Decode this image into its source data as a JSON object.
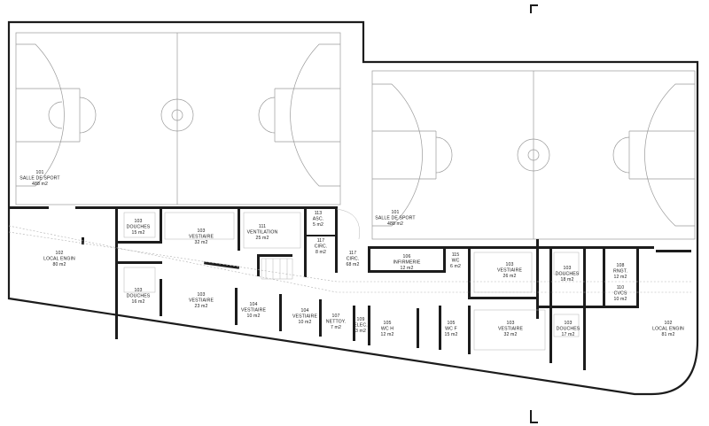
{
  "rooms": [
    {
      "id": "r101a",
      "lines": [
        "101",
        "SALLE DE SPORT",
        "488 m2"
      ]
    },
    {
      "id": "r101b",
      "lines": [
        "101",
        "SALLE DE SPORT",
        "488 m2"
      ]
    },
    {
      "id": "r102a",
      "lines": [
        "102",
        "LOCAL ENGIN",
        "80 m2"
      ]
    },
    {
      "id": "r102b",
      "lines": [
        "102",
        "LOCAL ENGIN",
        "81 m2"
      ]
    },
    {
      "id": "r103a",
      "lines": [
        "103",
        "DOUCHES",
        "15 m2"
      ]
    },
    {
      "id": "r103b",
      "lines": [
        "103",
        "VESTIAIRE",
        "32 m2"
      ]
    },
    {
      "id": "r103c",
      "lines": [
        "103",
        "DOUCHES",
        "16 m2"
      ]
    },
    {
      "id": "r103d",
      "lines": [
        "103",
        "VESTIAIRE",
        "23 m2"
      ]
    },
    {
      "id": "r111",
      "lines": [
        "111",
        "VENTILATION",
        "25 m2"
      ]
    },
    {
      "id": "r113",
      "lines": [
        "113",
        "ASC.",
        "5 m2"
      ]
    },
    {
      "id": "r117a",
      "lines": [
        "117",
        "CIRC.",
        "8 m2"
      ]
    },
    {
      "id": "r117b",
      "lines": [
        "117",
        "CIRC.",
        "68 m2"
      ]
    },
    {
      "id": "r104a",
      "lines": [
        "104",
        "VESTIAIRE",
        "10 m2"
      ]
    },
    {
      "id": "r104b",
      "lines": [
        "104",
        "VESTIAIRE",
        "10 m2"
      ]
    },
    {
      "id": "r107",
      "lines": [
        "107",
        "NETTOY.",
        "7 m2"
      ]
    },
    {
      "id": "r109",
      "lines": [
        "109",
        "ELEC.",
        "3 m2"
      ]
    },
    {
      "id": "r106",
      "lines": [
        "106",
        "INFIRMERIE",
        "12 m2"
      ]
    },
    {
      "id": "r115",
      "lines": [
        "115",
        "WC",
        "6 m2"
      ]
    },
    {
      "id": "r105a",
      "lines": [
        "105",
        "WC H",
        "12 m2"
      ]
    },
    {
      "id": "r105b",
      "lines": [
        "105",
        "WC F",
        "15 m2"
      ]
    },
    {
      "id": "r103e",
      "lines": [
        "103",
        "VESTIAIRE",
        "26 m2"
      ]
    },
    {
      "id": "r103f",
      "lines": [
        "103",
        "VESTIAIRE",
        "32 m2"
      ]
    },
    {
      "id": "r103g",
      "lines": [
        "103",
        "DOUCHES",
        "18 m2"
      ]
    },
    {
      "id": "r103h",
      "lines": [
        "103",
        "DOUCHES",
        "17 m2"
      ]
    },
    {
      "id": "r108",
      "lines": [
        "108",
        "RNGT.",
        "12 m2"
      ]
    },
    {
      "id": "r110",
      "lines": [
        "110",
        "CVCS",
        "10 m2"
      ]
    }
  ]
}
